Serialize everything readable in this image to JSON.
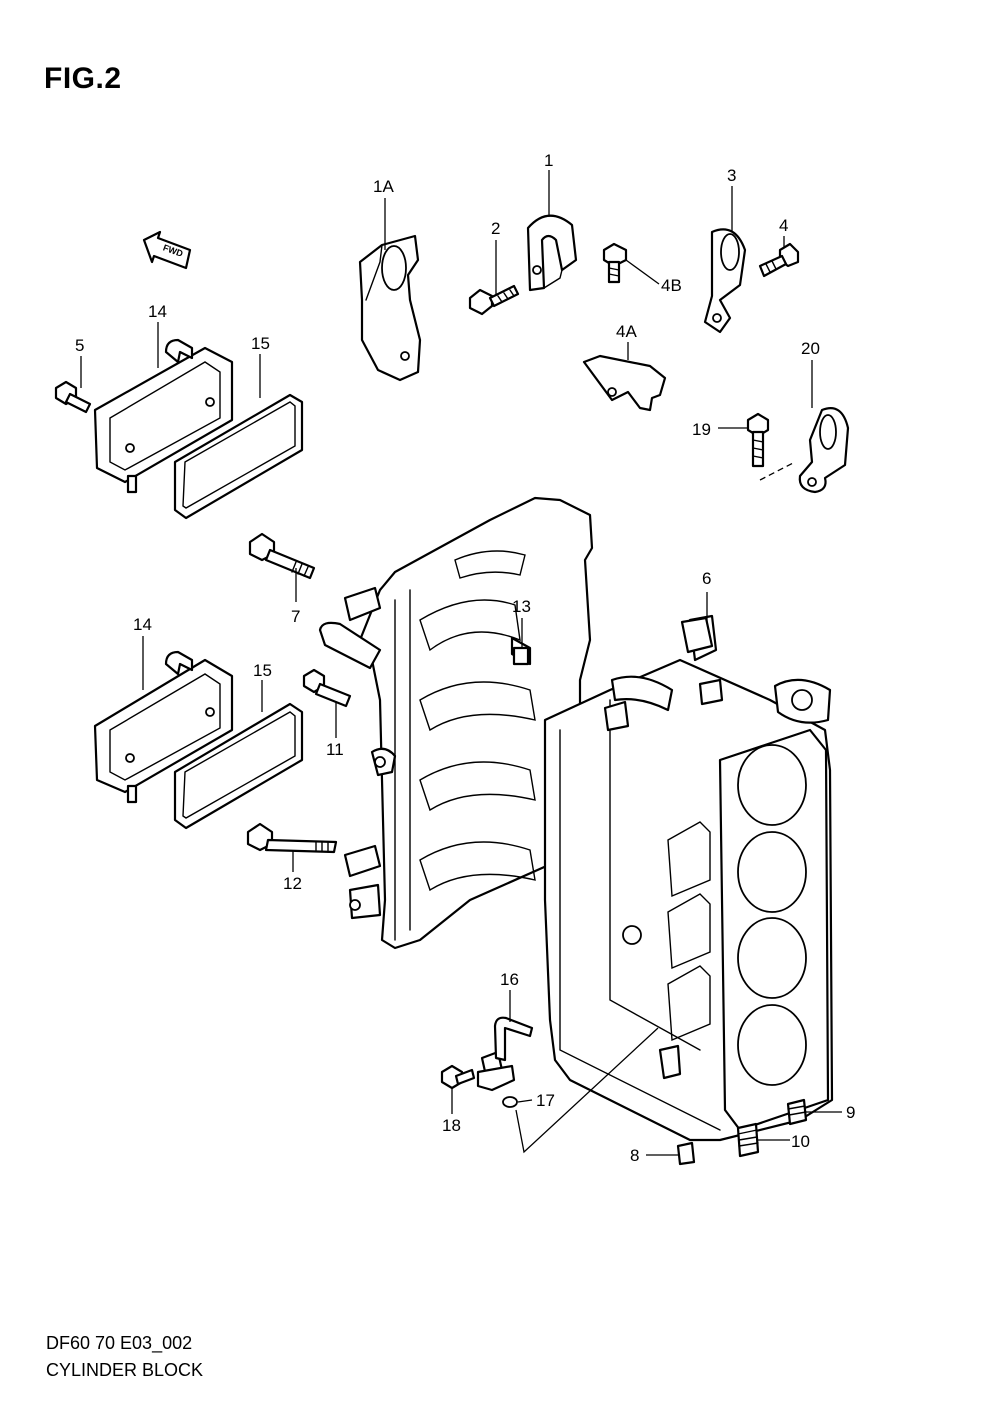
{
  "figure": {
    "title": "FIG.2",
    "model_code": "DF60 70 E03_002",
    "name": "CYLINDER BLOCK"
  },
  "direction_badge": {
    "label": "FWD",
    "icon": "forward-arrow-icon"
  },
  "callouts": {
    "c1": "1",
    "c1A": "1A",
    "c2": "2",
    "c3": "3",
    "c4": "4",
    "c4A": "4A",
    "c4B": "4B",
    "c5": "5",
    "c6": "6",
    "c7": "7",
    "c8": "8",
    "c9": "9",
    "c10": "10",
    "c11": "11",
    "c12": "12",
    "c13": "13",
    "c14a": "14",
    "c14b": "14",
    "c15a": "15",
    "c15b": "15",
    "c16": "16",
    "c17": "17",
    "c18": "18",
    "c19": "19",
    "c20": "20"
  }
}
